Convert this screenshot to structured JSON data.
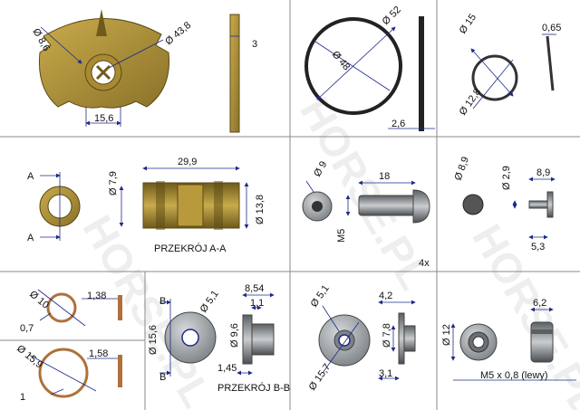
{
  "watermark": "HORSE.PL",
  "colors": {
    "bronze": "#b89a3c",
    "bronze_dark": "#6e5a1c",
    "copper": "#b0703a",
    "steel": "#8f9599",
    "steel_dark": "#4a4e52",
    "dim_line": "#1d2a8a",
    "grid": "#8a8a8a"
  },
  "parts": {
    "cam": {
      "d_small": "Ø 8,6",
      "d_large": "Ø 43,8",
      "width": "15,6",
      "thickness": "3"
    },
    "oring_big": {
      "d_outer": "Ø 52",
      "d_inner": "Ø 48",
      "thickness": "2,6"
    },
    "ring_small": {
      "d_outer": "Ø 15",
      "d_inner": "Ø 12,8",
      "thickness": "0,65"
    },
    "bushing": {
      "section_a": "A",
      "d_inner": "Ø 7,9",
      "length": "29,9",
      "d_outer": "Ø 13,8",
      "section_label": "PRZEKRÓJ A-A"
    },
    "screw": {
      "head_d": "Ø 9",
      "length": "18",
      "thread": "M5",
      "quantity": "4x"
    },
    "pin": {
      "head_d": "Ø 8,9",
      "shaft_d": "Ø 2,9",
      "length": "8,9",
      "shaft_len": "5,3"
    },
    "washer_10": {
      "d_outer": "Ø 10",
      "thickness": "1,38",
      "d_inner": "0,7"
    },
    "washer_159": {
      "d_outer": "Ø 15,9",
      "thickness": "1,58",
      "d_inner": "1"
    },
    "spacer": {
      "section_b": "B",
      "d_inner": "Ø 5,1",
      "d_outer": "Ø 15,6",
      "len_total": "8,54",
      "len_step": "1,1",
      "d_step": "Ø 9,6",
      "flange": "1,45",
      "section_label": "PRZEKRÓJ B-B"
    },
    "flange_washer": {
      "d_inner": "Ø 5,1",
      "d_outer": "Ø 15,7",
      "len": "4,2",
      "d_hub": "Ø 7,8",
      "flange": "3,1"
    },
    "nut": {
      "d": "Ø 12",
      "height": "6,2",
      "thread_label": "M5  x 0,8 (lewy)"
    }
  }
}
